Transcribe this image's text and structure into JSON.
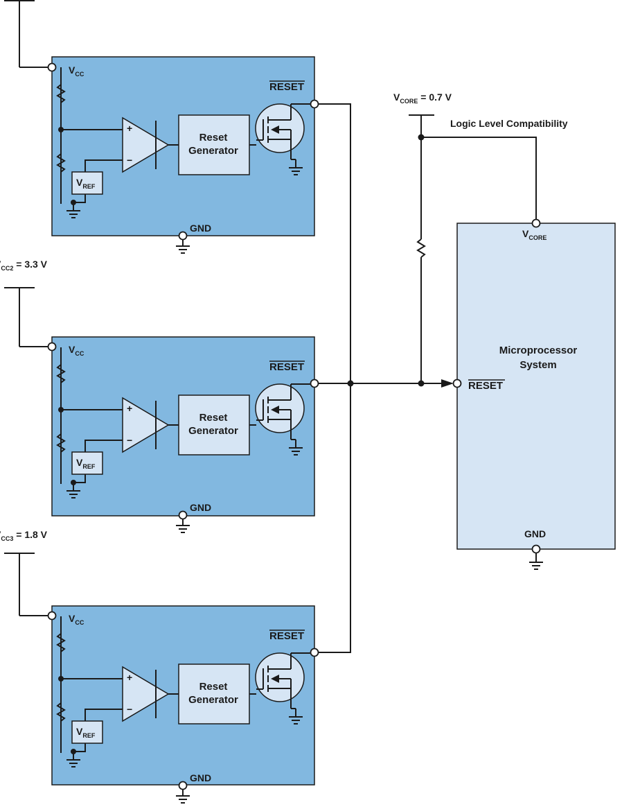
{
  "supervisors": [
    {
      "supply_label": "",
      "vcc_label": "V",
      "vcc_sub": "CC",
      "reset_label": "RESET",
      "vref_label": "V",
      "vref_sub": "REF",
      "gnd_label": "GND",
      "block_line1": "Reset",
      "block_line2": "Generator",
      "plus": "+",
      "minus": "−"
    },
    {
      "supply_label": "V",
      "supply_sub": "CC2",
      "supply_value": " = 3.3 V",
      "vcc_label": "V",
      "vcc_sub": "CC",
      "reset_label": "RESET",
      "vref_label": "V",
      "vref_sub": "REF",
      "gnd_label": "GND",
      "block_line1": "Reset",
      "block_line2": "Generator",
      "plus": "+",
      "minus": "−"
    },
    {
      "supply_label": "V",
      "supply_sub": "CC3",
      "supply_value": " = 1.8 V",
      "vcc_label": "V",
      "vcc_sub": "CC",
      "reset_label": "RESET",
      "vref_label": "V",
      "vref_sub": "REF",
      "gnd_label": "GND",
      "block_line1": "Reset",
      "block_line2": "Generator",
      "plus": "+",
      "minus": "−"
    }
  ],
  "vcore_supply": {
    "label": "V",
    "sub": "CORE",
    "value": " = 0.7 V"
  },
  "logic_level_note": "Logic Level Compatibility",
  "microprocessor": {
    "title_line1": "Microprocessor",
    "title_line2": "System",
    "vcore_label": "V",
    "vcore_sub": "CORE",
    "reset_label": "RESET",
    "gnd_label": "GND"
  },
  "colors": {
    "chip_fill": "#82b8e0",
    "block_fill": "#d6e5f4",
    "line": "#1a1a1a"
  }
}
